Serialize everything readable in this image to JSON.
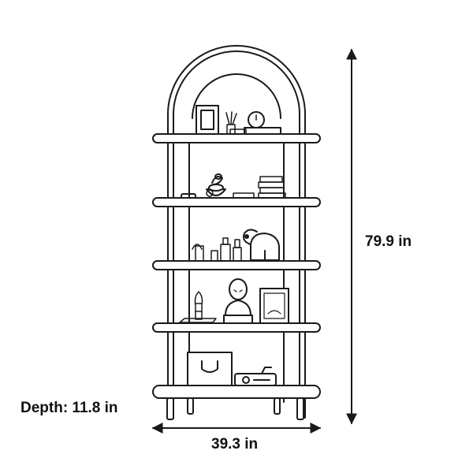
{
  "dimensions": {
    "height": "79.9 in",
    "width": "39.3 in",
    "depth": "Depth: 11.8 in"
  },
  "colors": {
    "line": "#1a1a1a",
    "background": "#ffffff"
  }
}
